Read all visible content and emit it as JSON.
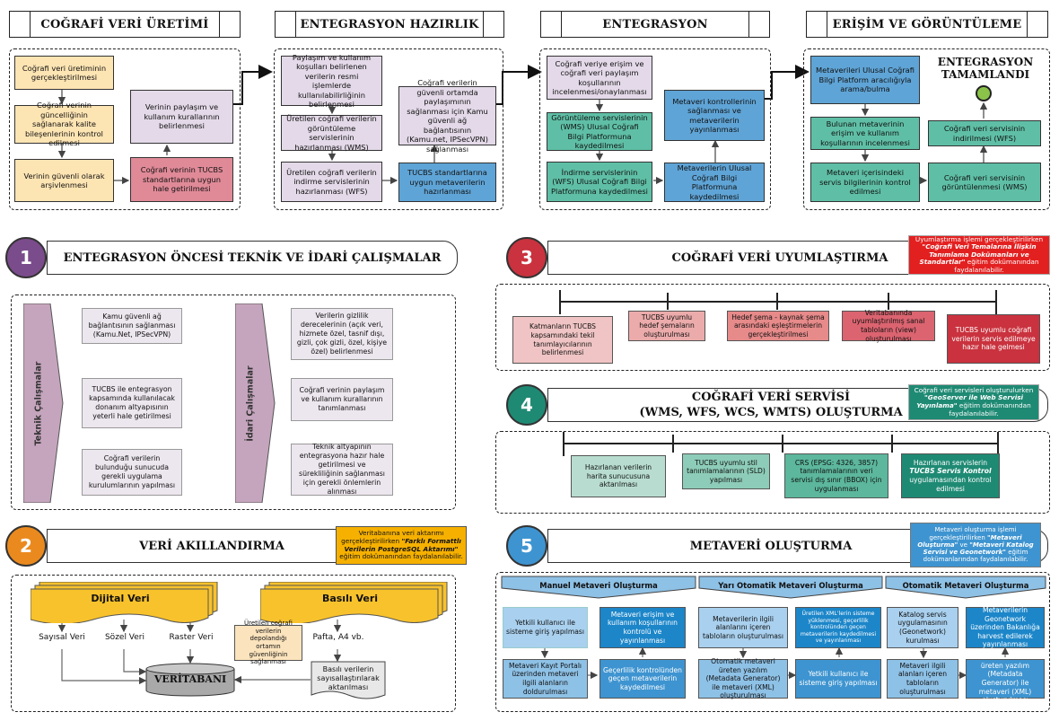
{
  "headers": [
    "COĞRAFİ VERİ ÜRETİMİ",
    "ENTEGRASYON HAZIRLIK",
    "ENTEGRASYON",
    "ERİŞİM VE GÖRÜNTÜLEME"
  ],
  "p1": [
    "Coğrafi veri üretiminin gerçekleştirilmesi",
    "Coğrafi verinin güncelliğinin sağlanarak kalite bileşenlerinin kontrol edilmesi",
    "Verinin güvenli olarak arşivlenmesi",
    "Verinin paylaşım ve kullanım kurallarının belirlenmesi",
    "Coğrafi verinin TUCBS standartlarına uygun hale getirilmesi"
  ],
  "p2": [
    "Paylaşım ve kullanım koşulları belirlenen verilerin resmi işlemlerde kullanılabilirliğinin belirlenmesi",
    "Üretilen coğrafi verilerin görüntüleme servislerinin hazırlanması (WMS)",
    "Üretilen coğrafi verilerin indirme servislerinin hazırlanması (WFS)",
    "Coğrafi verilerin güvenli ortamda paylaşımının sağlanması için Kamu güvenli ağ bağlantısının (Kamu.net, IPSecVPN) sağlanması",
    "TUCBS standartlarına uygun metaverilerin hazırlanması"
  ],
  "p3": [
    "Coğrafi veriye erişim ve coğrafi veri paylaşım koşullarının incelenmesi/onaylanması",
    "Görüntüleme servislerinin (WMS) Ulusal Coğrafi Bilgi Platformuna kaydedilmesi",
    "İndirme servislerinin (WFS) Ulusal Coğrafi Bilgi Platformuna kaydedilmesi",
    "Metaveri kontrollerinin sağlanması ve metaverilerin yayınlanması",
    "Metaverilerin Ulusal Coğrafi Bilgi Platformuna kaydedilmesi"
  ],
  "p4": [
    "Metaverileri Ulusal Coğrafi Bilgi Platform aracılığıyla arama/bulma",
    "Bulunan metaverinin erişim ve kullanım koşullarının incelenmesi",
    "Metaveri içerisindeki servis bilgilerinin kontrol edilmesi",
    "Coğrafi veri servisinin görüntülenmesi (WMS)",
    "Coğrafi veri servisinin indirilmesi (WFS)"
  ],
  "entegrasyon_done": "ENTEGRASYON TAMAMLANDI",
  "s1": {
    "num": "1",
    "title": "ENTEGRASYON ÖNCESİ TEKNİK VE İDARİ ÇALIŞMALAR",
    "teknik": "Teknik Çalışmalar",
    "idari": "İdari Çalışmalar",
    "tek_items": [
      "Kamu güvenli ağ bağlantısının sağlanması (Kamu.Net, IPSecVPN)",
      "TUCBS ile entegrasyon kapsamında kullanılacak donanım altyapısının yeterli hale getirilmesi",
      "Coğrafi verilerin bulunduğu sunucuda gerekli uygulama kurulumlarının yapılması"
    ],
    "idari_items": [
      "Verilerin gizlilik derecelerinin (açık veri, hizmete özel, tasnif dışı, gizli, çok gizli, özel, kişiye özel) belirlenmesi",
      "Coğrafi verinin paylaşım ve kullanım kurallarının tanımlanması",
      "Teknik altyapının entegrasyona hazır hale getirilmesi ve sürekliliğinin sağlanması için gerekli önlemlerin alınması"
    ]
  },
  "s2": {
    "num": "2",
    "title": "VERİ AKILLANDIRMA",
    "note_plain": "Veritabanına veri aktarımı gerçekleştirilirken ",
    "note_bold": "\"Farklı Formattlı Verilerin PostgreSQL Aktarımı\"",
    "note_tail": " eğitim dokümanından faydalanılabilir.",
    "dijital": "Dijital Veri",
    "basili": "Basılı Veri",
    "sayisal": "Sayısal Veri",
    "sozel": "Sözel Veri",
    "raster": "Raster Veri",
    "pafta": "Pafta, A4 vb.",
    "uretilen": "Üretilen coğrafi verilerin depolandığı ortamın güvenliğinin sağlanması",
    "basili_veri": "Basılı verilerin sayısallaştırılarak aktarılması",
    "db": "VERİTABANI"
  },
  "s3": {
    "num": "3",
    "title": "COĞRAFİ VERİ UYUMLAŞTIRMA",
    "note_plain": "Uyumlaştırma işlemi gerçekleştirilirken ",
    "note_bold": "\"Coğrafi Veri Temalarına İlişkin Tanımlama Dokümanları ve Standartlar\"",
    "note_tail": " eğitim dokümanından faydalanılabilir.",
    "items": [
      "Katmanların TUCBS kapsamındaki tekil tanımlayıcılarının belirlenmesi",
      "TUCBS uyumlu hedef şemaların oluşturulması",
      "Hedef şema - kaynak şema arasındaki eşleştirmelerin gerçekleştirilmesi",
      "Veritabanında uyumlaştırılmış sanal tabloların (view) oluşturulması",
      "TUCBS uyumlu coğrafi verilerin servis edilmeye hazır hale gelmesi"
    ]
  },
  "s4": {
    "num": "4",
    "title_line1": "COĞRAFİ VERİ SERVİSİ",
    "title_line2": "(WMS, WFS, WCS, WMTS) OLUŞTURMA",
    "note_plain": "Coğrafi veri servisleri oluşturulurken ",
    "note_bold": "\"GeoServer ile Web Servisi Yayınlama\"",
    "note_tail": " eğitim dokümanından faydalanılabilir.",
    "items": [
      "Hazırlanan verilerin harita sunucusuna aktarılması",
      "TUCBS uyumlu stil tanımlamalarının (SLD) yapılması",
      "CRS (EPSG: 4326, 3857) tanımlamalarının veri servisi dış sınır (BBOX) için uygulanması"
    ],
    "item4_plain": "Hazırlanan servislerin ",
    "item4_bold": "TUCBS Servis Kontrol",
    "item4_tail": " uygulamasından kontrol edilmesi"
  },
  "s5": {
    "num": "5",
    "title": "METAVERİ OLUŞTURMA",
    "note_plain": "Metaveri oluşturma işlemi gerçekleştirilirken ",
    "note_bold1": "\"Metaveri Oluşturma\"",
    "note_mid": " ve ",
    "note_bold2": "\"Metaveri Katalog Servisi ve Geonetwork\"",
    "note_tail": " eğitim dokümanlarından faydalanılabilir.",
    "manuel": "Manuel Metaveri Oluşturma",
    "yari": "Yarı Otomatik Metaveri Oluşturma",
    "oto": "Otomatik Metaveri Oluşturma",
    "m": [
      "Yetkili kullanıcı ile sisteme giriş yapılması",
      "Metaveri erişim ve kullanım koşullarının kontrolü ve yayınlanması",
      "Metaveri Kayıt Portalı üzerinden metaveri ilgili alanların doldurulması",
      "Geçerlilik kontrolünden geçen metaverilerin kaydedilmesi"
    ],
    "y": [
      "Metaverilerin ilgili alanlarını içeren tabloların oluşturulması",
      "Üretilen XML'lerin sisteme yüklenmesi, geçerlilik kontrolünden geçen metaverilerin kaydedilmesi ve yayınlanması",
      "Otomatik metaveri üreten yazılım (Metadata Generator) ile metaveri (XML) oluşturulması",
      "Yetkili kullanıcı ile sisteme giriş yapılması"
    ],
    "o": [
      "Katalog servis uygulamasının (Geonetwork) kurulması",
      "Metaverilerin Geonetwork üzerinden Bakanlığa harvest edilerek yayınlanması",
      "Metaveri ilgili alanları içeren tabloların oluşturulması",
      "Otomatik metaveri üreten yazılım (Metadata Generator) ile metaveri (XML) oluşturulması"
    ]
  },
  "colors": {
    "s1": "#7b4c8c",
    "s2": "#ea8a1e",
    "s3": "#c9323e",
    "s4": "#1f8a74",
    "s5": "#3e94d0"
  }
}
